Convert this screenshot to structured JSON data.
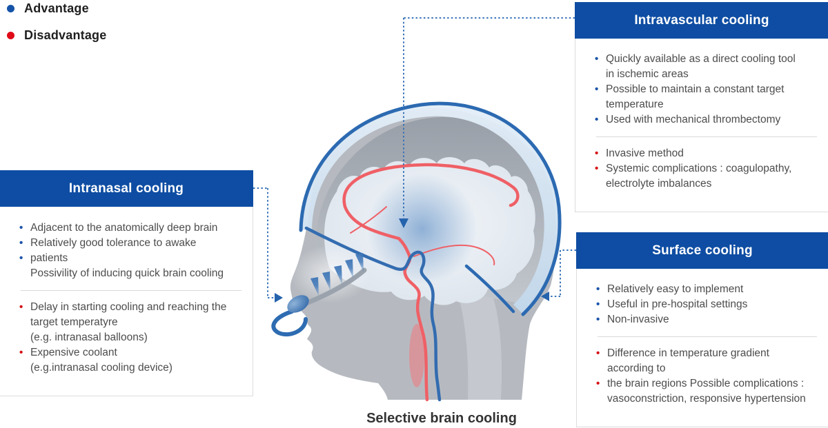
{
  "legend": {
    "advantage_label": "Advantage",
    "disadvantage_label": "Disadvantage"
  },
  "caption": "Selective brain cooling",
  "glyphs": {
    "bullet": "•"
  },
  "colors": {
    "header_blue": "#0e4da3",
    "advantage_bullet_blue": "#1b53a9",
    "disadvantage_bullet_red": "#d51317",
    "connector_blue": "#3a74b8",
    "body_text": "#4c4c4c"
  },
  "panels": {
    "intranasal": {
      "title": "Intranasal cooling",
      "advantages": [
        [
          "Adjacent to the anatomically deep brain"
        ],
        [
          "Relatively good tolerance to awake"
        ],
        [
          "patients",
          "Possivility of inducing quick brain cooling"
        ]
      ],
      "disadvantages": [
        [
          "Delay in starting cooling and reaching the",
          "target temperatyre",
          "(e.g. intranasal balloons)"
        ],
        [
          "Expensive coolant",
          "(e.g.intranasal cooling device)"
        ]
      ]
    },
    "intravascular": {
      "title": "Intravascular cooling",
      "advantages": [
        [
          "Quickly available as a direct cooling tool",
          "in ischemic areas"
        ],
        [
          "Possible to maintain a constant target",
          " temperature"
        ],
        [
          "Used with mechanical thrombectomy"
        ]
      ],
      "disadvantages": [
        [
          "Invasive method"
        ],
        [
          "Systemic complications : coagulopathy,",
          "electrolyte imbalances"
        ]
      ]
    },
    "surface": {
      "title": "Surface cooling",
      "advantages": [
        [
          "Relatively easy to implement"
        ],
        [
          "Useful in pre-hospital settings"
        ],
        [
          "Non-invasive"
        ]
      ],
      "disadvantages": [
        [
          "Difference in temperature gradient",
          "according to"
        ],
        [
          "the brain regions Possible complications :",
          "vasoconstriction, responsive hypertension"
        ]
      ]
    }
  }
}
